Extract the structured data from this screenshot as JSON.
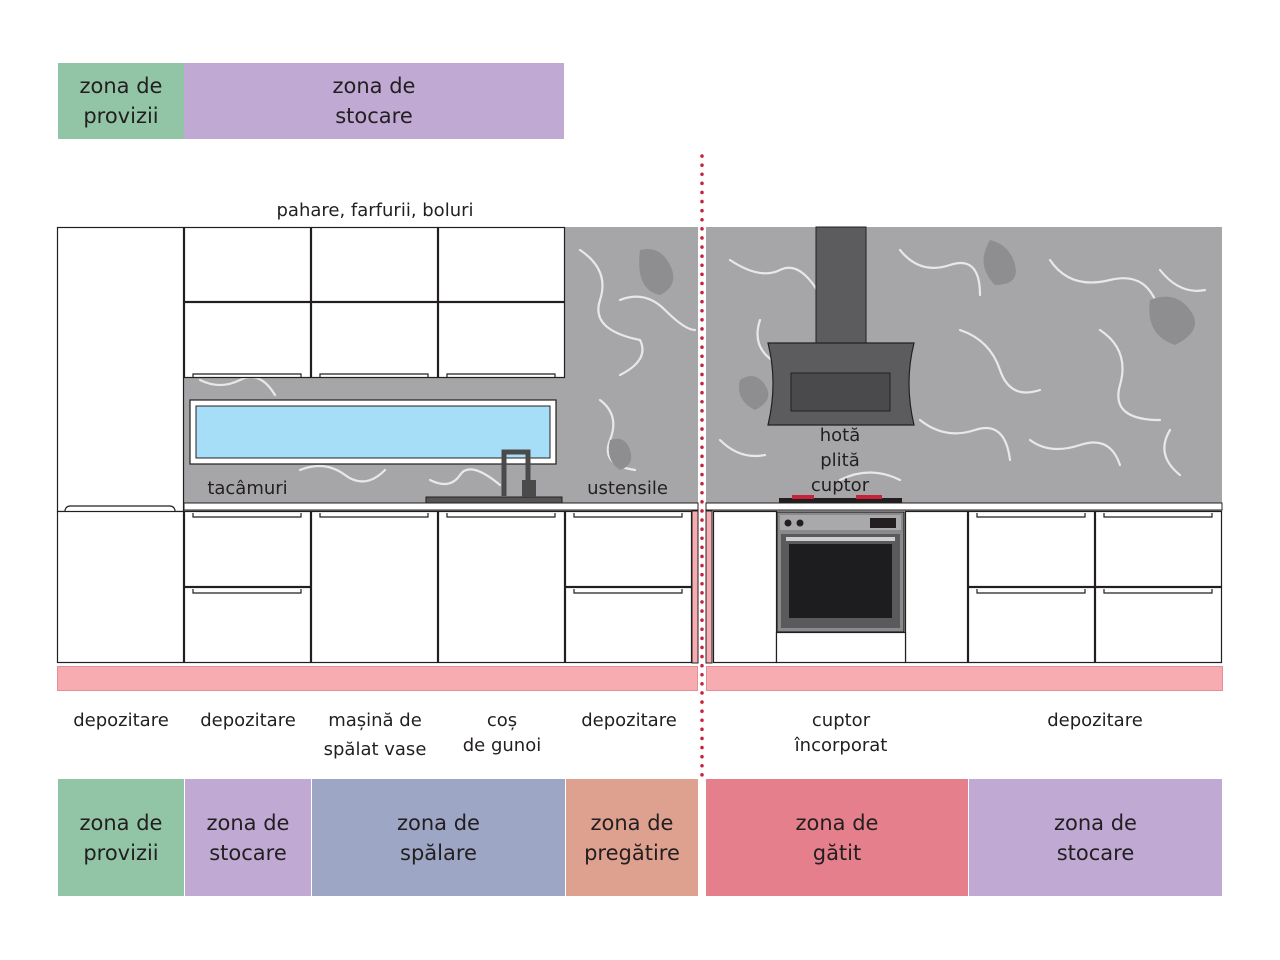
{
  "colors": {
    "provizii": "#92c5a6",
    "stocare": "#c0a9d3",
    "spalare": "#9ea6c6",
    "pregatire": "#dea08f",
    "gatit": "#e67f8c",
    "plinth": "#f6acb0",
    "divider": "#c8223a",
    "marble": "#a6a6a8",
    "sink_glass": "#a5def6"
  },
  "top_zones": [
    {
      "line1": "zona de",
      "line2": "provizii",
      "color_key": "provizii"
    },
    {
      "line1": "zona de",
      "line2": "stocare",
      "color_key": "stocare"
    }
  ],
  "wall_labels": {
    "upper_cabinets": "pahare, farfurii, boluri",
    "cutlery": "tacâmuri",
    "utensils": "ustensile",
    "hood": "hotă",
    "hob": "plită",
    "oven": "cuptor"
  },
  "base_labels": [
    {
      "line1": "depozitare",
      "line2": ""
    },
    {
      "line1": "depozitare",
      "line2": ""
    },
    {
      "line1": "mașină de",
      "line2": "spălat vase"
    },
    {
      "line1": "coș",
      "line2": "de gunoi"
    },
    {
      "line1": "depozitare",
      "line2": ""
    },
    {
      "line1": "cuptor",
      "line2": "încorporat"
    },
    {
      "line1": "depozitare",
      "line2": ""
    }
  ],
  "bottom_zones": [
    {
      "line1": "zona de",
      "line2": "provizii",
      "color_key": "provizii"
    },
    {
      "line1": "zona de",
      "line2": "stocare",
      "color_key": "stocare"
    },
    {
      "line1": "zona de",
      "line2": "spălare",
      "color_key": "spalare"
    },
    {
      "line1": "zona de",
      "line2": "pregătire",
      "color_key": "pregatire"
    },
    {
      "line1": "zona de",
      "line2": "gătit",
      "color_key": "gatit"
    },
    {
      "line1": "zona de",
      "line2": "stocare",
      "color_key": "stocare"
    }
  ]
}
